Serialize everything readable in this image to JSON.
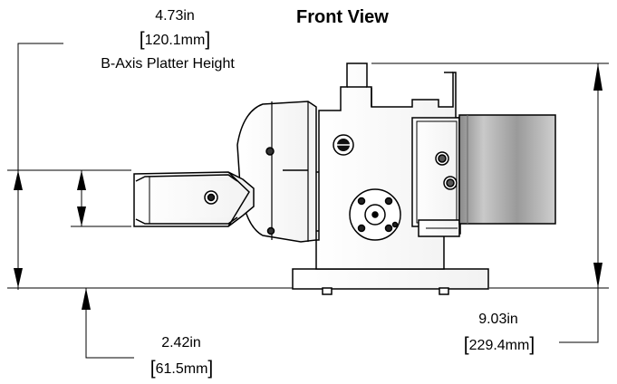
{
  "title": "Front View",
  "dims": {
    "platter": {
      "inch": "4.73in",
      "mm": "120.1mm",
      "caption": "B-Axis Platter Height"
    },
    "center": {
      "inch": "2.42in",
      "mm": "61.5mm"
    },
    "overall": {
      "inch": "9.03in",
      "mm": "229.4mm"
    }
  }
}
